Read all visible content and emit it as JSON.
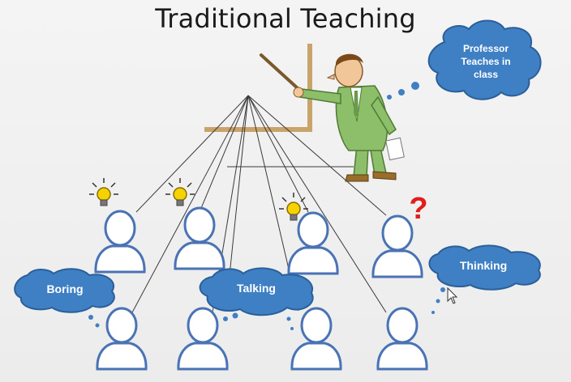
{
  "title": "Traditional Teaching",
  "bubbles": {
    "professor": "Professor Teaches in class",
    "boring": "Boring",
    "talking": "Talking",
    "thinking": "Thinking"
  },
  "question_mark": "?",
  "colors": {
    "cloud": "#3f7fc4",
    "cloud_edge": "#2b5f99",
    "student_fill": "#ffffff",
    "student_stroke": "#4a73b5",
    "suit": "#8dbf6a",
    "bulb": "#f5d200",
    "question": "#e01e1e",
    "lines": "#3a3a3a",
    "board": "#c9a46a"
  },
  "icons": [
    "professor-icon",
    "pointer-stick-icon",
    "light-bulb-icon",
    "question-mark-icon",
    "student-icon",
    "thought-cloud-icon"
  ]
}
